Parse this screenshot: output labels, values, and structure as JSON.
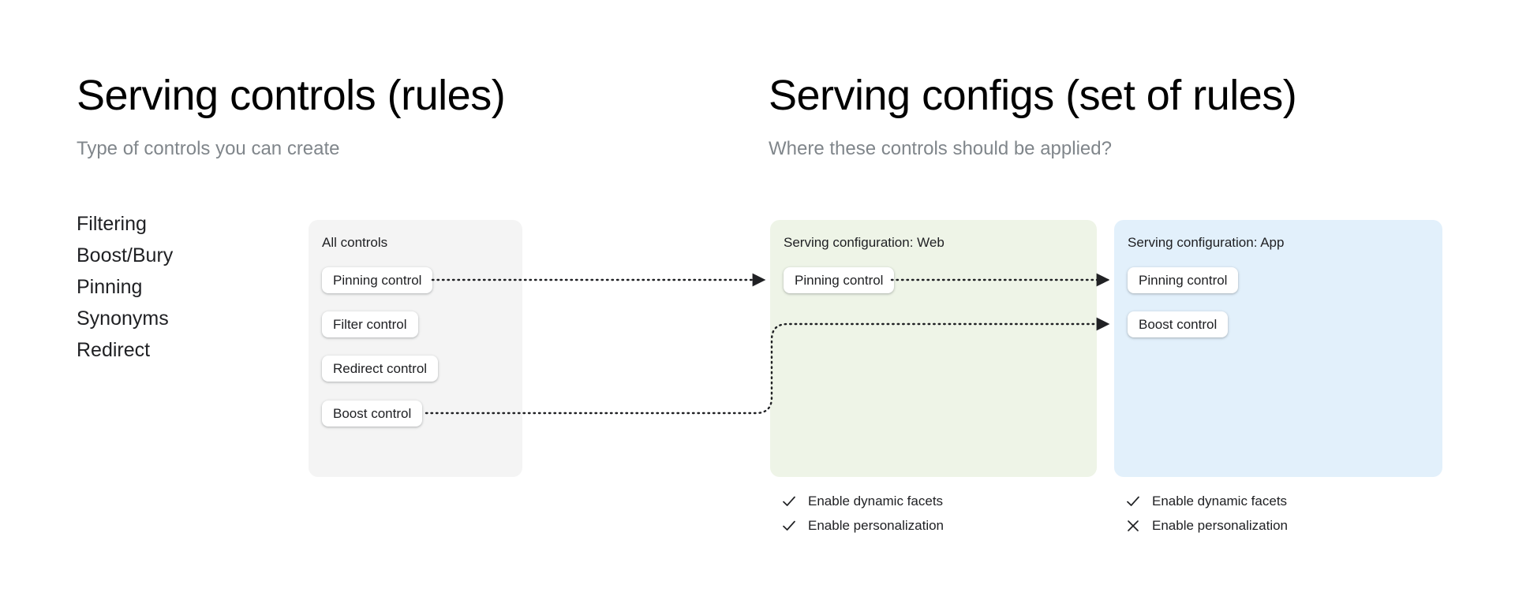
{
  "left_column": {
    "title": "Serving controls (rules)",
    "subtitle": "Type of controls you can create",
    "control_types": [
      {
        "label": "Filtering"
      },
      {
        "label": "Boost/Bury"
      },
      {
        "label": "Pinning"
      },
      {
        "label": "Synonyms"
      },
      {
        "label": "Redirect"
      }
    ]
  },
  "right_column": {
    "title": "Serving configs (set of rules)",
    "subtitle": "Where these controls should be applied?"
  },
  "cards": {
    "all_controls": {
      "title": "All controls",
      "background_color": "#f4f4f4",
      "chips": [
        {
          "label": "Pinning control"
        },
        {
          "label": "Filter control"
        },
        {
          "label": "Redirect control"
        },
        {
          "label": "Boost control"
        }
      ]
    },
    "serving_config_web": {
      "title": "Serving configuration: Web",
      "background_color": "#eef4e7",
      "chips": [
        {
          "label": "Pinning control"
        }
      ],
      "options": [
        {
          "label": "Enable dynamic facets",
          "state": "check",
          "icon": "check-icon"
        },
        {
          "label": "Enable personalization",
          "state": "check",
          "icon": "check-icon"
        }
      ]
    },
    "serving_config_app": {
      "title": "Serving configuration: App",
      "background_color": "#e2f0fb",
      "chips": [
        {
          "label": "Pinning control"
        },
        {
          "label": "Boost control"
        }
      ],
      "options": [
        {
          "label": "Enable dynamic facets",
          "state": "check",
          "icon": "check-icon"
        },
        {
          "label": "Enable personalization",
          "state": "cross",
          "icon": "close-icon"
        }
      ]
    }
  },
  "connectors": [
    {
      "name": "pinning-all-to-web",
      "from": "all-controls.pinning-control",
      "to": "serving-config-web.pinning-control",
      "style": "dotted-arrow"
    },
    {
      "name": "pinning-web-to-app",
      "from": "serving-config-web.pinning-control",
      "to": "serving-config-app.pinning-control",
      "style": "dotted-arrow"
    },
    {
      "name": "boost-all-to-app",
      "from": "all-controls.boost-control",
      "to": "serving-config-app.boost-control",
      "style": "dotted-arrow-elbow"
    }
  ],
  "colors": {
    "heading": "#000000",
    "subtitle": "#80868b",
    "body_text": "#202124",
    "chip_background": "#ffffff",
    "connector": "#202124",
    "canvas": "#ffffff"
  }
}
